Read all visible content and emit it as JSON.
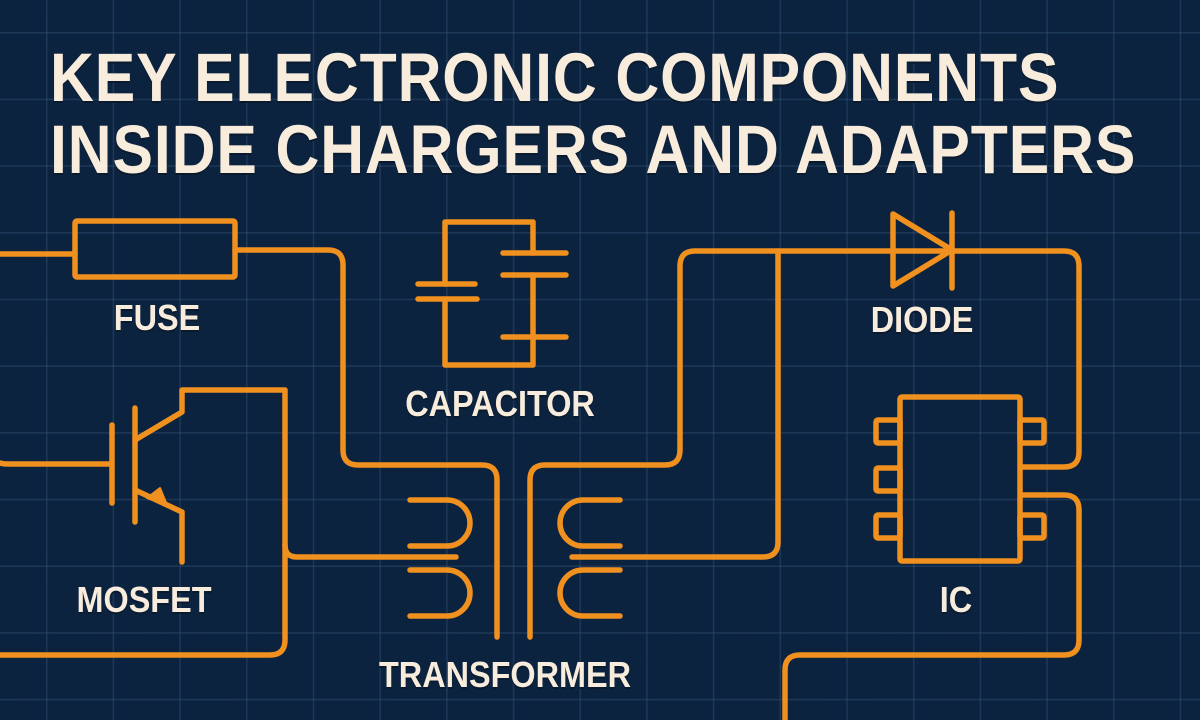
{
  "title": {
    "line1": "KEY ELECTRONIC COMPONENTS",
    "line2": "INSIDE CHARGERS AND ADAPTERS"
  },
  "components": [
    {
      "id": "fuse",
      "label": "FUSE",
      "icon": "fuse-symbol-icon"
    },
    {
      "id": "capacitor",
      "label": "CAPACITOR",
      "icon": "capacitor-symbol-icon"
    },
    {
      "id": "diode",
      "label": "DIODE",
      "icon": "diode-symbol-icon"
    },
    {
      "id": "mosfet",
      "label": "MOSFET",
      "icon": "transistor-symbol-icon"
    },
    {
      "id": "transformer",
      "label": "TRANSFORMER",
      "icon": "transformer-symbol-icon"
    },
    {
      "id": "ic",
      "label": "IC",
      "icon": "ic-chip-symbol-icon"
    }
  ],
  "colors": {
    "background": "#0c2340",
    "grid": "#2a4766",
    "wire": "#f0901f",
    "text": "#f8ecdc"
  }
}
